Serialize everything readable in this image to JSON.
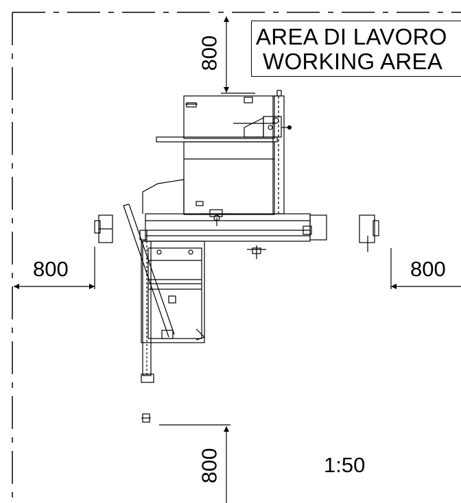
{
  "title": {
    "line1": "AREA DI LAVORO",
    "line2": "WORKING AREA"
  },
  "dimensions": {
    "top": "800",
    "left": "800",
    "right": "800",
    "bottom": "800"
  },
  "scale": "1:50"
}
